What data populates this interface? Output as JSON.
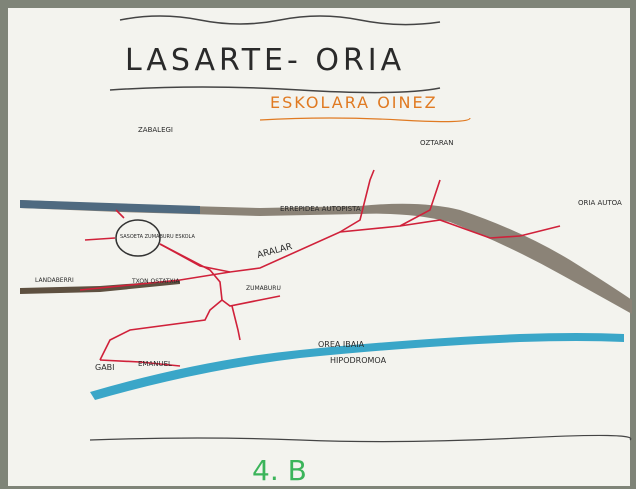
{
  "title": "LASARTE- ORIA",
  "subtitle": "ESKOLARA OINEZ",
  "grade": "4. B",
  "colors": {
    "paper": "#f3f3ee",
    "highway": "#8b8377",
    "highway_blue": "#4f6a80",
    "river": "#3aa6c8",
    "route": "#d0213a",
    "muddy": "#5e5040",
    "title_ink": "#2b2b2b",
    "subtitle_ink": "#e07a22",
    "grade_ink": "#3bb45a"
  },
  "labels": {
    "zabalegi": "ZABALEGI",
    "oztaran": "OZTARAN",
    "oria_autoa": "ORIA AUTOA",
    "erredidea": "ERREPIDEA AUTOPISTA",
    "aralar": "ARALAR",
    "sasoeta": "SASOETA ZUMABURU ESKOLA",
    "landaberri": "LANDABERRI",
    "txon_ostatxia": "TXON OSTATXIA",
    "orea_ibaia": "OREA IBAIA",
    "hipodromoa": "HIPODROMOA",
    "gabi": "GABI",
    "emanuel": "EMANUEL",
    "zumaburu": "ZUMABURU"
  }
}
